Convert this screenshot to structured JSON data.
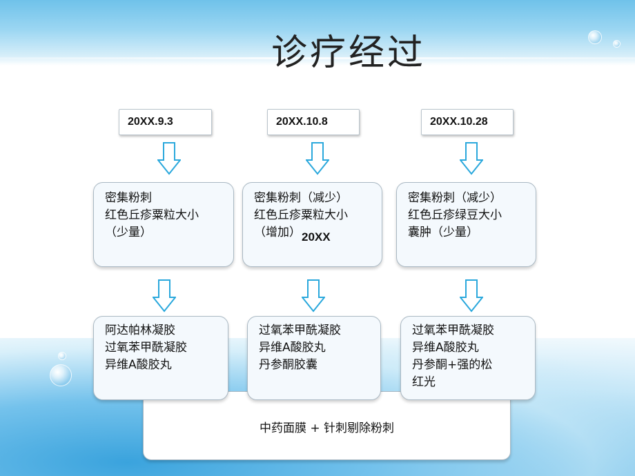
{
  "title": "诊疗经过",
  "dates": [
    "20XX.9.3",
    "20XX.10.8",
    "20XX.10.28"
  ],
  "symptoms": [
    [
      "密集粉刺",
      "红色丘疹粟粒大小",
      "（少量）"
    ],
    [
      "密集粉刺（减少）",
      "红色丘疹粟粒大小",
      "（增加）"
    ],
    [
      "密集粉刺（减少）",
      "红色丘疹绿豆大小",
      "囊肿（少量）"
    ]
  ],
  "overlay_text": "20XX",
  "treatments": [
    [
      "阿达帕林凝胶",
      "过氧苯甲酰凝胶",
      "异维A酸胶丸"
    ],
    [
      "过氧苯甲酰凝胶",
      "异维A酸胶丸",
      "丹参酮胶囊"
    ],
    [
      "过氧苯甲酰凝胶",
      "异维A酸胶丸",
      "丹参酮+强的松",
      "红光"
    ]
  ],
  "bottom_note": "中药面膜 + 针刺剔除粉刺",
  "colors": {
    "arrow": "#2aa8dc",
    "card_fill": "#f4f9fd",
    "card_border": "#a9b8c3"
  },
  "icons": {
    "arrow": "down-arrow-icon"
  }
}
